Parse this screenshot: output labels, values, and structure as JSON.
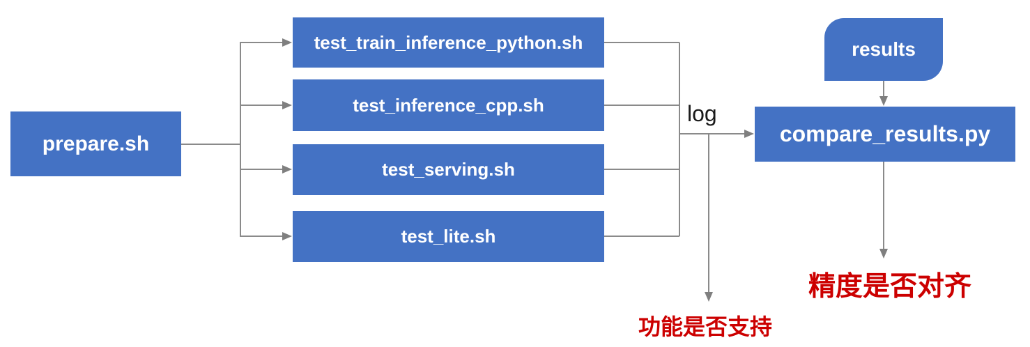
{
  "diagram": {
    "nodes": {
      "prepare": {
        "label": "prepare.sh"
      },
      "tests": [
        {
          "label": "test_train_inference_python.sh"
        },
        {
          "label": "test_inference_cpp.sh"
        },
        {
          "label": "test_serving.sh"
        },
        {
          "label": "test_lite.sh"
        }
      ],
      "results": {
        "label": "results"
      },
      "compare": {
        "label": "compare_results.py"
      }
    },
    "annotations": {
      "log_label": "log",
      "function_support": "功能是否支持",
      "precision_aligned": "精度是否对齐"
    },
    "colors": {
      "node_fill": "#4472C4",
      "node_text": "#FFFFFF",
      "connector_line": "#8A8A8A",
      "arrowhead": "#7F7F7F",
      "log_text": "#1A1A1A",
      "annotation_red": "#CC0000",
      "background": "#FFFFFF"
    }
  }
}
